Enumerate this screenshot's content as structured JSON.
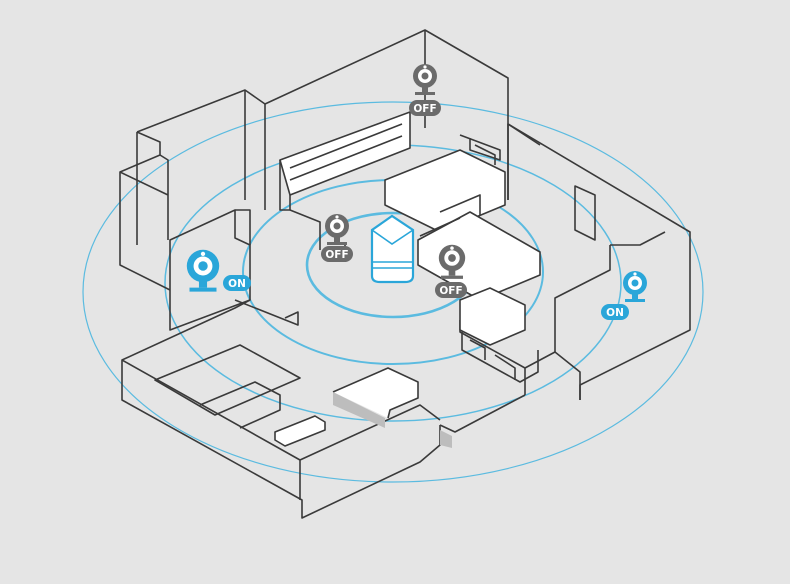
{
  "colors": {
    "background": "#e5e5e5",
    "wall_line": "#3a3a3a",
    "active_blue": "#2aa6d9",
    "ring_blue": "#5bbbe0",
    "inactive_gray": "#6b6b6b",
    "badge_on": "#2aa6d9",
    "badge_off": "#6b6b6b"
  },
  "hub": {
    "icon": "base-station-icon",
    "state": "active"
  },
  "cameras": [
    {
      "id": "back-wall",
      "status": "OFF",
      "active": false,
      "icon": "camera-icon"
    },
    {
      "id": "center-left",
      "status": "OFF",
      "active": false,
      "icon": "camera-icon"
    },
    {
      "id": "center-right",
      "status": "OFF",
      "active": false,
      "icon": "camera-icon"
    },
    {
      "id": "left-wall",
      "status": "ON",
      "active": true,
      "icon": "camera-icon"
    },
    {
      "id": "right-wall",
      "status": "ON",
      "active": true,
      "icon": "camera-icon"
    }
  ]
}
